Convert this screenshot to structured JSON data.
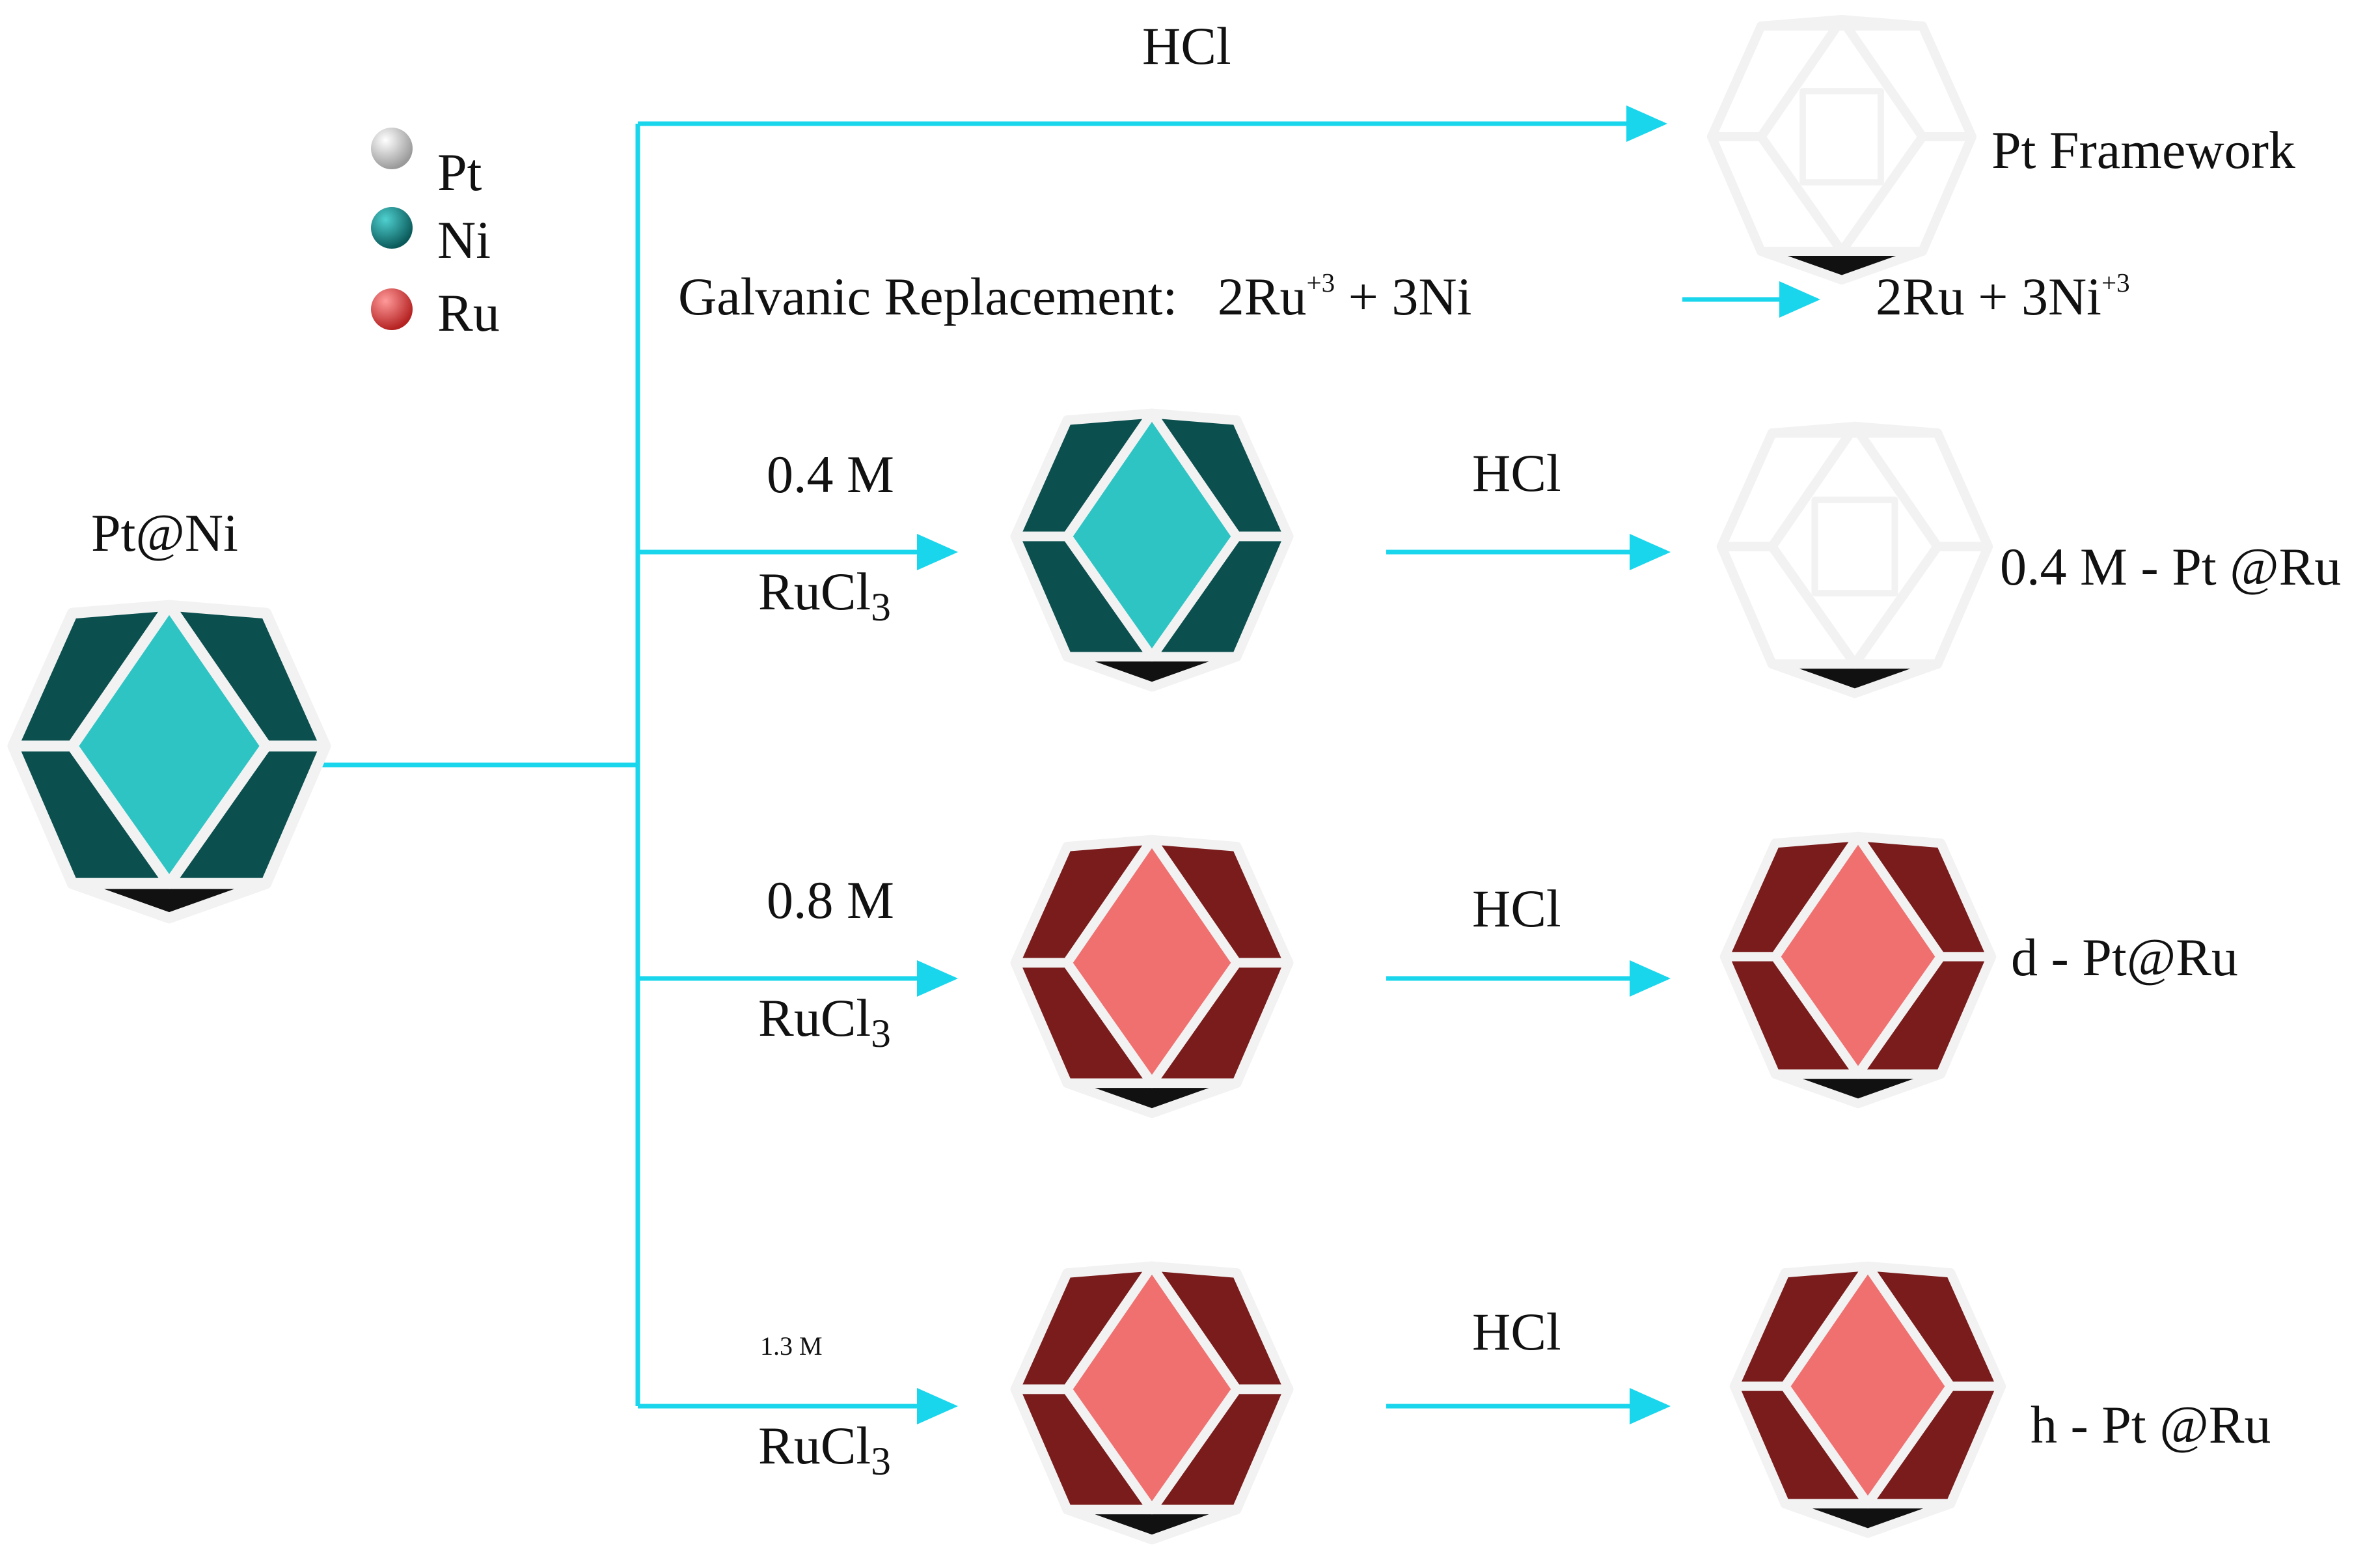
{
  "legend": [
    {
      "label": "Pt",
      "color": "#e6e6e6",
      "icon": "pt-sphere-icon"
    },
    {
      "label": "Ni",
      "color": "#1e8c8c",
      "icon": "ni-sphere-icon"
    },
    {
      "label": "Ru",
      "color": "#e04848",
      "icon": "ru-sphere-icon"
    }
  ],
  "start_label": "Pt@Ni",
  "top_branch": {
    "reagent": "HCl",
    "product": "Pt Framework"
  },
  "equation": {
    "prefix": "Galvanic Replacement:",
    "left": "2Ru",
    "left_sup": "+3",
    "left_tail": " + 3Ni",
    "right": "2Ru + 3Ni",
    "right_sup": "+3"
  },
  "branches": [
    {
      "conc": "0.4 M",
      "salt": "RuCl",
      "salt_sub": "3",
      "acid": "HCl",
      "product": "0.4 M - Pt @Ru"
    },
    {
      "conc": "0.8 M",
      "salt": "RuCl",
      "salt_sub": "3",
      "acid": "HCl",
      "product": "d - Pt@Ru"
    },
    {
      "conc": "1.3 M",
      "salt": "RuCl",
      "salt_sub": "3",
      "acid": "HCl",
      "product": "h - Pt @Ru"
    }
  ],
  "colors": {
    "arrow": "#19d6ec",
    "ni_face": "#2fc4c4",
    "ni_side": "#0c4f4f",
    "ru_face": "#f07070",
    "ru_side": "#7a1c1c",
    "frame": "#f2f2f2",
    "frame_edge": "#555555"
  }
}
